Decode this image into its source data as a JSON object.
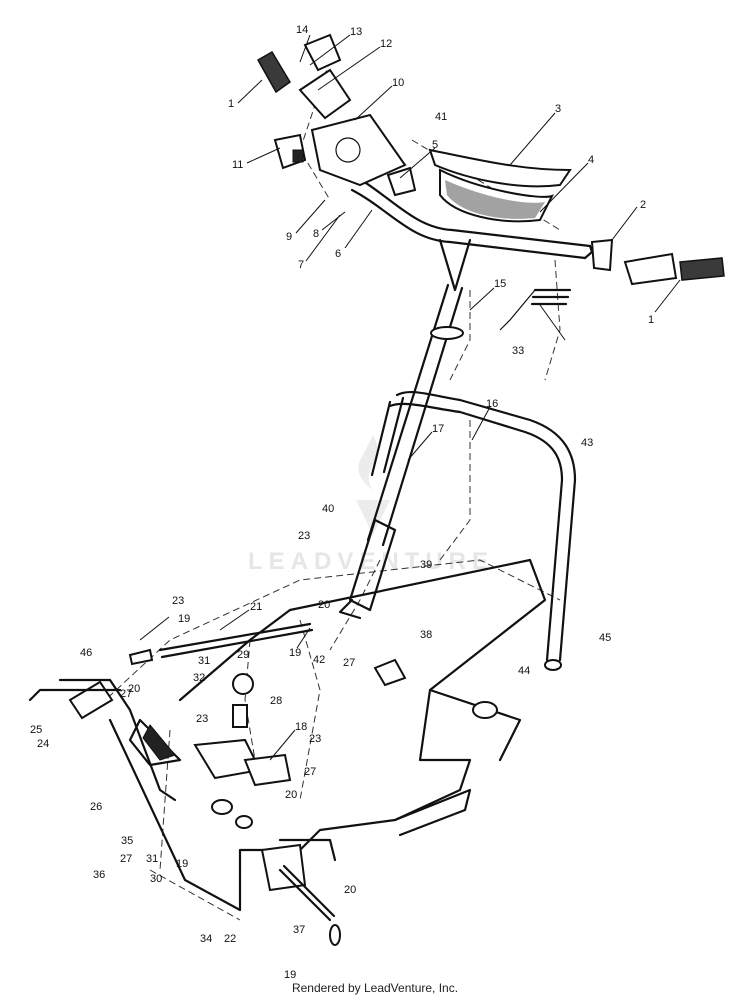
{
  "watermark": {
    "text": "LEADVENTURE"
  },
  "footer": {
    "credit": "Rendered by LeadVenture, Inc."
  },
  "callouts": [
    {
      "id": "c1a",
      "text": "1"
    },
    {
      "id": "c1b",
      "text": "1"
    },
    {
      "id": "c2",
      "text": "2"
    },
    {
      "id": "c3",
      "text": "3"
    },
    {
      "id": "c4",
      "text": "4"
    },
    {
      "id": "c5",
      "text": "5"
    },
    {
      "id": "c6",
      "text": "6"
    },
    {
      "id": "c7",
      "text": "7"
    },
    {
      "id": "c8",
      "text": "8"
    },
    {
      "id": "c9",
      "text": "9"
    },
    {
      "id": "c10",
      "text": "10"
    },
    {
      "id": "c11",
      "text": "11"
    },
    {
      "id": "c12",
      "text": "12"
    },
    {
      "id": "c13",
      "text": "13"
    },
    {
      "id": "c14",
      "text": "14"
    },
    {
      "id": "c15",
      "text": "15"
    },
    {
      "id": "c16",
      "text": "16"
    },
    {
      "id": "c17",
      "text": "17"
    },
    {
      "id": "c18",
      "text": "18"
    },
    {
      "id": "c19a",
      "text": "19"
    },
    {
      "id": "c19b",
      "text": "19"
    },
    {
      "id": "c19c",
      "text": "19"
    },
    {
      "id": "c19d",
      "text": "19"
    },
    {
      "id": "c20a",
      "text": "20"
    },
    {
      "id": "c20b",
      "text": "20"
    },
    {
      "id": "c20c",
      "text": "20"
    },
    {
      "id": "c20d",
      "text": "20"
    },
    {
      "id": "c21",
      "text": "21"
    },
    {
      "id": "c22",
      "text": "22"
    },
    {
      "id": "c23a",
      "text": "23"
    },
    {
      "id": "c23b",
      "text": "23"
    },
    {
      "id": "c23c",
      "text": "23"
    },
    {
      "id": "c23d",
      "text": "23"
    },
    {
      "id": "c24",
      "text": "24"
    },
    {
      "id": "c25",
      "text": "25"
    },
    {
      "id": "c26",
      "text": "26"
    },
    {
      "id": "c27a",
      "text": "27"
    },
    {
      "id": "c27b",
      "text": "27"
    },
    {
      "id": "c27c",
      "text": "27"
    },
    {
      "id": "c27d",
      "text": "27"
    },
    {
      "id": "c28",
      "text": "28"
    },
    {
      "id": "c29",
      "text": "29"
    },
    {
      "id": "c30",
      "text": "30"
    },
    {
      "id": "c31a",
      "text": "31"
    },
    {
      "id": "c31b",
      "text": "31"
    },
    {
      "id": "c32",
      "text": "32"
    },
    {
      "id": "c33",
      "text": "33"
    },
    {
      "id": "c34",
      "text": "34"
    },
    {
      "id": "c35",
      "text": "35"
    },
    {
      "id": "c36",
      "text": "36"
    },
    {
      "id": "c37",
      "text": "37"
    },
    {
      "id": "c38",
      "text": "38"
    },
    {
      "id": "c39",
      "text": "39"
    },
    {
      "id": "c40",
      "text": "40"
    },
    {
      "id": "c41",
      "text": "41"
    },
    {
      "id": "c42",
      "text": "42"
    },
    {
      "id": "c43",
      "text": "43"
    },
    {
      "id": "c44",
      "text": "44"
    },
    {
      "id": "c45",
      "text": "45"
    },
    {
      "id": "c46",
      "text": "46"
    }
  ]
}
